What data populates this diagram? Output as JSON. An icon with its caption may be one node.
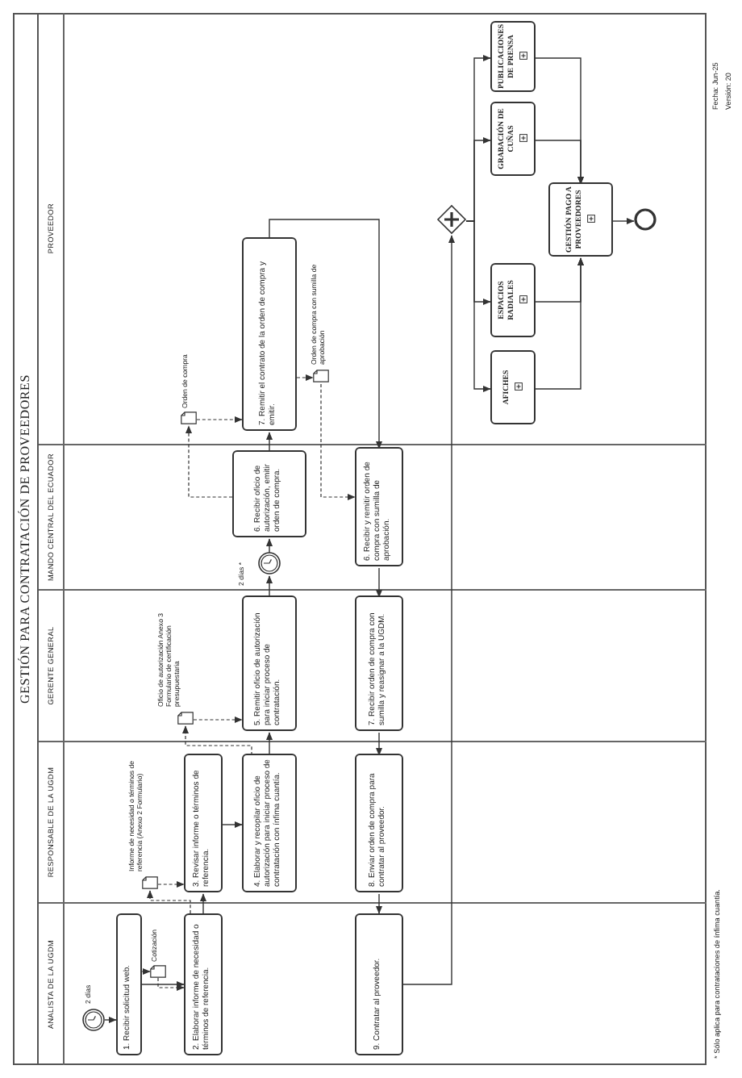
{
  "diagram": {
    "title": "GESTIÓN PARA CONTRATACIÓN DE PROVEEDORES",
    "nodes": [
      {
        "text": [
          "ANALISTA DE LA UGDM"
        ]
      },
      {
        "text": [
          "RESPONSABLE DE LA UGDM"
        ]
      },
      {
        "text": [
          "GERENTE GENERAL"
        ]
      },
      {
        "text": [
          "MANDO CENTRAL DEL ECUADOR"
        ]
      },
      {
        "text": [
          "PROVEEDOR"
        ]
      },
      {
        "text": [],
        "shape": "clock",
        "in": 0,
        "beside": [
          "2 días"
        ]
      },
      {
        "text": [
          "1. Recibir solicitud web."
        ],
        "in": 0
      },
      {
        "text": [],
        "shape": "document",
        "in": 0,
        "beside": [
          "Cotización"
        ]
      },
      {
        "text": [
          "2. Elaborar informe de necesidad o términos de referencia."
        ],
        "in": 0
      },
      {
        "text": [],
        "shape": "document",
        "in": 1,
        "beside": [
          "Informe de necesidad o términos de referencia (Anexo 2 Formulario)"
        ]
      },
      {
        "text": [
          "3. Revisar informe o términos de referencia."
        ],
        "in": 1
      },
      {
        "text": [
          "4. Elaborar y recopilar oficio de autorización para iniciar proceso de contratación con ínfima cuantía."
        ],
        "in": 1
      },
      {
        "text": [],
        "shape": "document",
        "in": 2,
        "beside": [
          "Oficio de autorización Anexo 3 Formulario de certificación presupuestaria"
        ]
      },
      {
        "text": [
          "5. Remitir oficio de autorización para iniciar proceso de contratación."
        ],
        "in": 2
      },
      {
        "text": [],
        "shape": "clock",
        "in": 3,
        "beside": [
          "2 días *"
        ]
      },
      {
        "text": [
          "6. Recibir oficio de autorización, emitir orden de compra."
        ],
        "in": 3
      },
      {
        "text": [],
        "shape": "document",
        "in": 4,
        "beside": [
          "Orden de compra"
        ]
      },
      {
        "text": [
          "7. Remitir el contrato de la orden de compra y emitir."
        ],
        "in": 4
      },
      {
        "text": [],
        "shape": "document",
        "in": 4,
        "beside": [
          "Orden de compra con sumilla de aprobación"
        ]
      },
      {
        "text": [
          "6. Recibir y remitir orden de compra con sumilla de aprobación."
        ],
        "in": 3
      },
      {
        "text": [
          "7. Recibir orden de compra con sumilla y reasignar a la UGDM."
        ],
        "in": 2
      },
      {
        "text": [
          "8. Enviar orden de compra para contratar al proveedor."
        ],
        "in": 1
      },
      {
        "text": [
          "9. Contratar al proveedor."
        ],
        "in": 0
      },
      {
        "text": [],
        "shape": "diamond",
        "in": 4
      },
      {
        "text": [
          "AFICHES"
        ],
        "in": 4
      },
      {
        "text": [
          "ESPACIOS RADIALES"
        ],
        "in": 4
      },
      {
        "text": [
          "GRABACIÓN DE CUÑAS"
        ],
        "in": 4
      },
      {
        "text": [
          "PUBLICACIONES DE PRENSA"
        ],
        "in": 4
      },
      {
        "text": [
          "GESTIÓN PAGO A PROVEEDORES"
        ],
        "in": 4
      },
      {
        "text": [],
        "shape": "circle",
        "in": 4
      }
    ],
    "edges": [
      {
        "from": 5,
        "to": 6,
        "arrow": "to"
      },
      {
        "from": 6,
        "to": 7,
        "arrow": "to",
        "style": "dashed"
      },
      {
        "from": 7,
        "to": 8,
        "arrow": "to",
        "style": "dashed"
      },
      {
        "from": 6,
        "to": 8,
        "arrow": "to"
      },
      {
        "from": 8,
        "to": 9,
        "arrow": "to",
        "style": "dashed"
      },
      {
        "from": 9,
        "to": 10,
        "arrow": "to",
        "style": "dashed"
      },
      {
        "from": 8,
        "to": 10,
        "arrow": "to"
      },
      {
        "from": 10,
        "to": 11,
        "arrow": "to"
      },
      {
        "from": 11,
        "to": 12,
        "arrow": "to",
        "style": "dashed"
      },
      {
        "from": 12,
        "to": 13,
        "arrow": "to",
        "style": "dashed"
      },
      {
        "from": 11,
        "to": 13,
        "arrow": "to"
      },
      {
        "from": 13,
        "to": 14,
        "arrow": "to"
      },
      {
        "from": 14,
        "to": 15,
        "arrow": "to"
      },
      {
        "from": 15,
        "to": 16,
        "arrow": "to",
        "style": "dashed"
      },
      {
        "from": 16,
        "to": 17,
        "arrow": "to",
        "style": "dashed"
      },
      {
        "from": 15,
        "to": 17,
        "arrow": "to"
      },
      {
        "from": 17,
        "to": 18,
        "arrow": "to",
        "style": "dashed"
      },
      {
        "from": 18,
        "to": 19,
        "arrow": "to",
        "style": "dashed"
      },
      {
        "from": 17,
        "to": 19,
        "arrow": "to"
      },
      {
        "from": 19,
        "to": 20,
        "arrow": "to"
      },
      {
        "from": 20,
        "to": 21,
        "arrow": "to"
      },
      {
        "from": 21,
        "to": 22,
        "arrow": "to"
      },
      {
        "from": 22,
        "to": 23,
        "arrow": "to"
      },
      {
        "from": 23,
        "to": 24,
        "arrow": "to"
      },
      {
        "from": 23,
        "to": 25,
        "arrow": "to"
      },
      {
        "from": 23,
        "to": 26,
        "arrow": "to"
      },
      {
        "from": 23,
        "to": 27,
        "arrow": "to"
      },
      {
        "from": 24,
        "to": 28,
        "arrow": "to"
      },
      {
        "from": 25,
        "to": 28,
        "arrow": "to"
      },
      {
        "from": 26,
        "to": 28,
        "arrow": "to"
      },
      {
        "from": 27,
        "to": 28,
        "arrow": "to"
      },
      {
        "from": 28,
        "to": 29,
        "arrow": "to"
      }
    ],
    "labels": [
      "* Sólo aplica para contrataciones de ínfima cuantía.",
      "Fecha: Jun-25",
      "Versión: 20"
    ]
  }
}
